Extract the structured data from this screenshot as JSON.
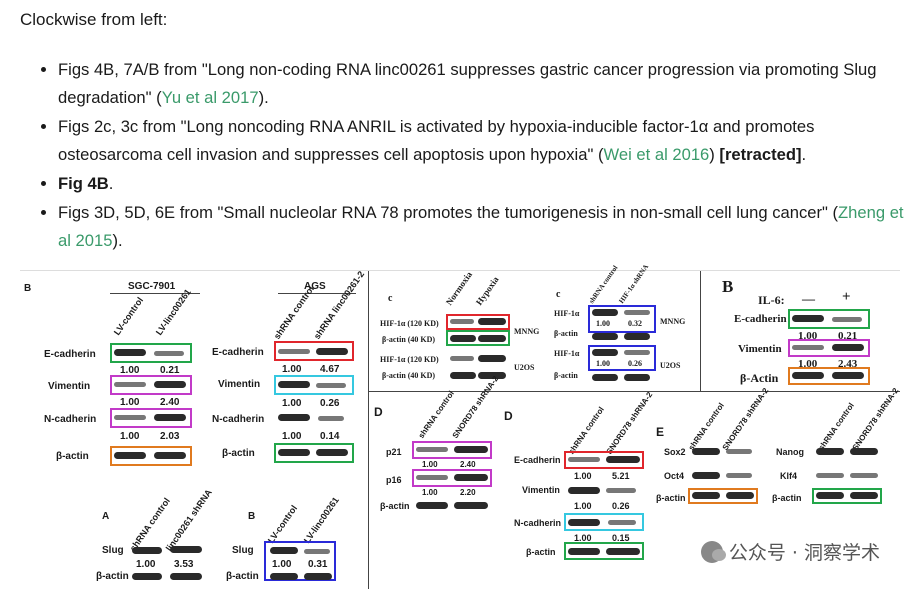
{
  "intro": "Clockwise from left:",
  "items": [
    {
      "pre": "Figs 4B, 7A/B from \"Long non-coding RNA linc00261 suppresses gastric cancer progression via promoting Slug degradation\" (",
      "link": "Yu et al 2017",
      "post": ")."
    },
    {
      "pre": "Figs 2c, 3c from \"Long noncoding RNA ANRIL is activated by hypoxia-inducible factor-1α and promotes osteosarcoma cell invasion and suppresses cell apoptosis upon hypoxia\" (",
      "link": "Wei et al 2016",
      "post": ") ",
      "bold": "[retracted]",
      "post2": "."
    },
    {
      "bold": "Fig 4B",
      "post": "."
    },
    {
      "pre": "Figs 3D, 5D, 6E from \"Small nucleolar RNA 78 promotes the tumorigenesis in non-small cell lung cancer\" (",
      "link": "Zheng et al 2015",
      "post": ")."
    }
  ],
  "figure": {
    "p1": {
      "label": "B",
      "cell": "SGC-7901",
      "lanes": [
        "LV-control",
        "LV-linc00261"
      ],
      "rows": [
        "E-cadherin",
        "Vimentin",
        "N-cadherin",
        "β-actin"
      ],
      "vals": [
        [
          "1.00",
          "0.21"
        ],
        [
          "1.00",
          "2.40"
        ],
        [
          "1.00",
          "2.03"
        ]
      ]
    },
    "p2": {
      "cell": "AGS",
      "lanes": [
        "shRNA control",
        "shRNA linc00261-2"
      ],
      "rows": [
        "E-cadherin",
        "Vimentin",
        "N-cadherin",
        "β-actin"
      ],
      "vals": [
        [
          "1.00",
          "4.67"
        ],
        [
          "1.00",
          "0.26"
        ],
        [
          "1.00",
          "0.14"
        ]
      ]
    },
    "p3": {
      "label": "A",
      "lanes": [
        "shRNA control",
        "linc00261 shRNA"
      ],
      "rows": [
        "Slug",
        "β-actin"
      ],
      "vals": [
        "1.00",
        "3.53"
      ]
    },
    "p4": {
      "label": "B",
      "lanes": [
        "LV-control",
        "LV-linc00261"
      ],
      "rows": [
        "Slug",
        "β-actin"
      ],
      "vals": [
        "1.00",
        "0.31"
      ]
    },
    "p5": {
      "label": "c",
      "lanes": [
        "Normoxia",
        "Hypoxia"
      ],
      "rows": [
        "HIF-1α (120 KD)",
        "β-actin (40 KD)",
        "HIF-1α (120 KD)",
        "β-actin (40 KD)"
      ],
      "cells": [
        "MNNG",
        "U2OS"
      ]
    },
    "p6": {
      "label": "c",
      "lanes": [
        "shRNA control",
        "HIF-1α shRNA"
      ],
      "rows": [
        "HIF-1α",
        "β-actin",
        "HIF-1α",
        "β-actin"
      ],
      "vals": [
        "1.00",
        "0.32",
        "1.00",
        "0.26"
      ],
      "cells": [
        "MNNG",
        "U2OS"
      ]
    },
    "p7": {
      "label": "B",
      "treat": "IL-6:",
      "minus": "—",
      "plus": "+",
      "rows": [
        "E-cadherin",
        "Vimentin",
        "β-Actin"
      ],
      "vals": [
        [
          "1.00",
          "0.21"
        ],
        [
          "1.00",
          "2.43"
        ]
      ]
    },
    "p8": {
      "label": "D",
      "lanes": [
        "shRNA control",
        "SNORD78 shRNA-2"
      ],
      "rows": [
        "p21",
        "p16",
        "β-actin"
      ],
      "vals": [
        [
          "1.00",
          "2.40"
        ],
        [
          "1.00",
          "2.20"
        ]
      ]
    },
    "p9": {
      "label": "D",
      "lanes": [
        "shRNA control",
        "SNORD78 shRNA-2"
      ],
      "rows": [
        "E-cadherin",
        "Vimentin",
        "N-cadherin",
        "β-actin"
      ],
      "vals": [
        [
          "1.00",
          "5.21"
        ],
        [
          "1.00",
          "0.26"
        ],
        [
          "1.00",
          "0.15"
        ]
      ]
    },
    "p10": {
      "label": "E",
      "lanes": [
        "shRNA control",
        "SNORD78 shRNA-2"
      ],
      "rows": [
        "Sox2",
        "Oct4",
        "β-actin"
      ]
    },
    "p11": {
      "lanes": [
        "shRNA control",
        "SNORD78 shRNA-2"
      ],
      "rows": [
        "Nanog",
        "Klf4",
        "β-actin"
      ]
    }
  },
  "watermark": "公众号 · 洞察学术",
  "colors": {
    "link": "#3a9a6a",
    "green": "#22a64a",
    "magenta": "#c23ac8",
    "orange": "#e07a1f",
    "cyan": "#35c8e0",
    "red": "#e0262c",
    "blue": "#2a2ad8"
  }
}
